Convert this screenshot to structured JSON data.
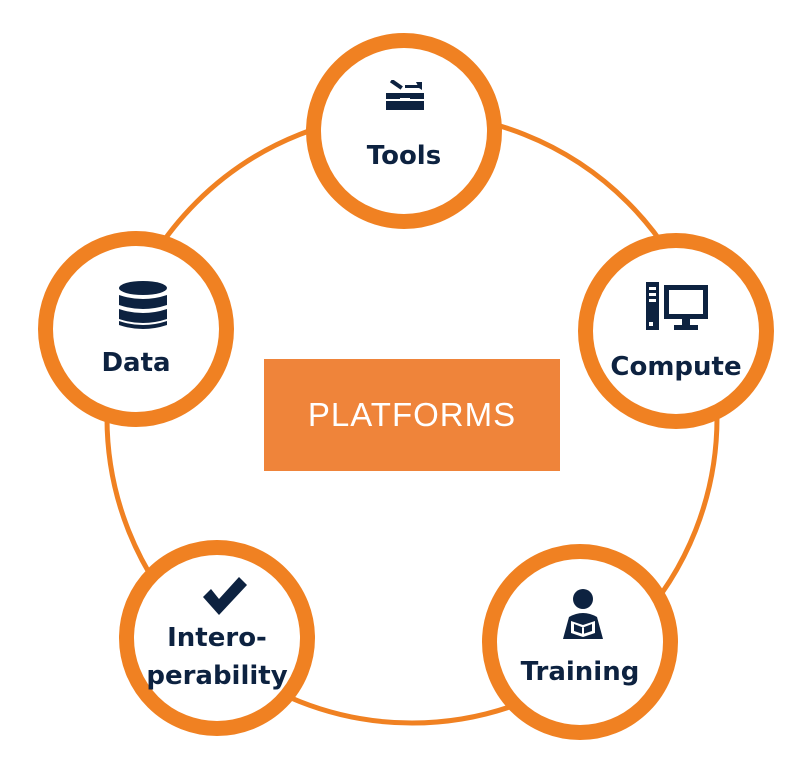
{
  "center": {
    "label": "PLATFORMS"
  },
  "nodes": {
    "tools": {
      "label": "Tools",
      "icon": "toolbox-icon"
    },
    "compute": {
      "label": "Compute",
      "icon": "computer-icon"
    },
    "training": {
      "label": "Training",
      "icon": "person-reading-icon"
    },
    "interoperability": {
      "label_line1": "Intero-",
      "label_line2": "perability",
      "icon": "checkmark-icon"
    },
    "data": {
      "label": "Data",
      "icon": "database-icon"
    }
  },
  "colors": {
    "accent": "#f08122",
    "center_fill": "#ef843a",
    "text": "#0d2240",
    "center_text": "#ffffff"
  }
}
